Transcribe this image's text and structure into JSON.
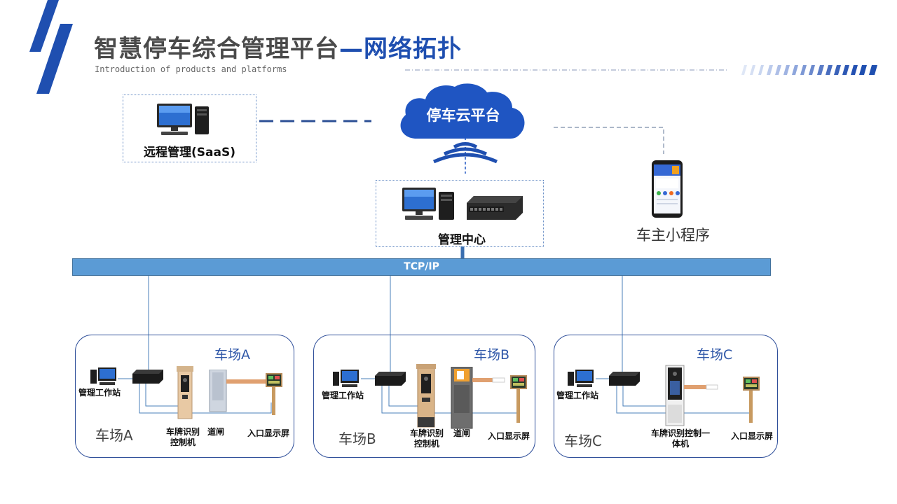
{
  "header": {
    "title_main": "智慧停车综合管理平台",
    "title_accent": "—网络拓扑",
    "subtitle": "Introduction of products and platforms"
  },
  "top": {
    "cloud_label": "停车云平台",
    "remote_label": "远程管理(SaaS)",
    "center_label": "管理中心",
    "app_label": "车主小程序"
  },
  "network": {
    "bus_label": "TCP/IP"
  },
  "lots": [
    {
      "header": "车场A",
      "footer": "车场A",
      "workstation": "管理工作站",
      "recognizer": [
        "车牌识别",
        "控制机"
      ],
      "gate": "道闸",
      "display": "入口显示屏"
    },
    {
      "header": "车场B",
      "footer": "车场B",
      "workstation": "管理工作站",
      "recognizer": [
        "车牌识别",
        "控制机"
      ],
      "gate": "道闸",
      "display": "入口显示屏"
    },
    {
      "header": "车场C",
      "footer": "车场C",
      "workstation": "管理工作站",
      "recognizer": [
        "车牌识别控制一",
        "体机"
      ],
      "display": "入口显示屏"
    }
  ],
  "colors": {
    "brand_blue": "#1f4fb0",
    "bus_blue": "#5b9bd5",
    "cloud_blue": "#1f55c2",
    "line_blue": "#4a7fb8"
  }
}
